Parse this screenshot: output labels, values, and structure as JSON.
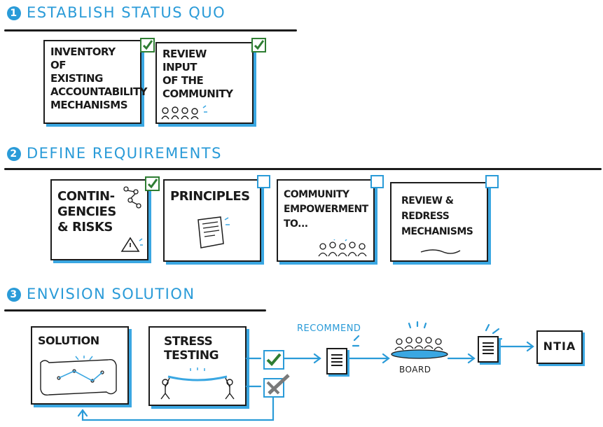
{
  "sections": [
    {
      "number": "1",
      "title": "ESTABLISH STATUS QUO"
    },
    {
      "number": "2",
      "title": "DEFINE REQUIREMENTS"
    },
    {
      "number": "3",
      "title": "ENVISION SOLUTION"
    }
  ],
  "section1_cards": [
    {
      "label": "INVENTORY\nof\nEXISTING\nACCOUNTABILITY\nMECHANISMS",
      "checked": true
    },
    {
      "label": "REVIEW\nINPUT\nof the\nCOMMUNITY",
      "checked": true
    }
  ],
  "section2_cards": [
    {
      "label": "CONTIN-\nGENCIES\n& RISKS",
      "checked": true
    },
    {
      "label": "PRINCIPLES",
      "checked": false
    },
    {
      "label": "COMMUNITY\nEMPOWERMENT\nTO...",
      "checked": false
    },
    {
      "label": "REVIEW &\nREDRESS\nMECHANISMS",
      "checked": false
    }
  ],
  "section3": {
    "solution_label": "SOLUTION",
    "stress_label": "STRESS\nTESTING",
    "recommend_label": "RECOMMEND",
    "board_label": "BOARD",
    "ntia_label": "NTIA"
  },
  "colors": {
    "accent": "#2a9bd8",
    "check_green": "#2e7d32",
    "reject_gray": "#7a7a7a",
    "ink": "#1c1c1c"
  }
}
